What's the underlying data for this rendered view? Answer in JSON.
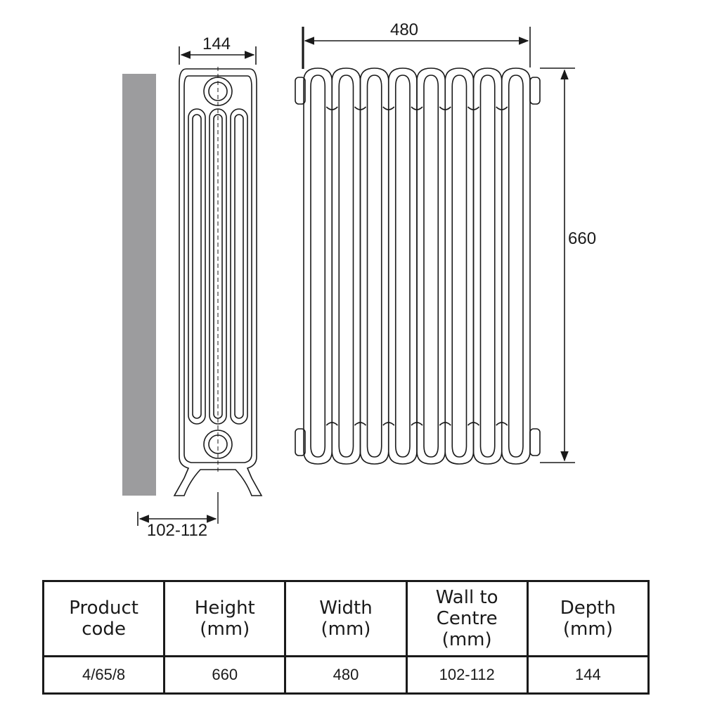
{
  "dimensions": {
    "side_depth": "144",
    "front_width": "480",
    "front_height": "660",
    "wall_to_centre": "102-112"
  },
  "colors": {
    "line": "#1a1a1a",
    "wall": "#9c9c9e"
  },
  "table": {
    "headers": [
      "Product\ncode",
      "Height\n(mm)",
      "Width\n(mm)",
      "Wall to\nCentre (mm)",
      "Depth\n(mm)"
    ],
    "rows": [
      [
        "4/65/8",
        "660",
        "480",
        "102-112",
        "144"
      ]
    ]
  }
}
